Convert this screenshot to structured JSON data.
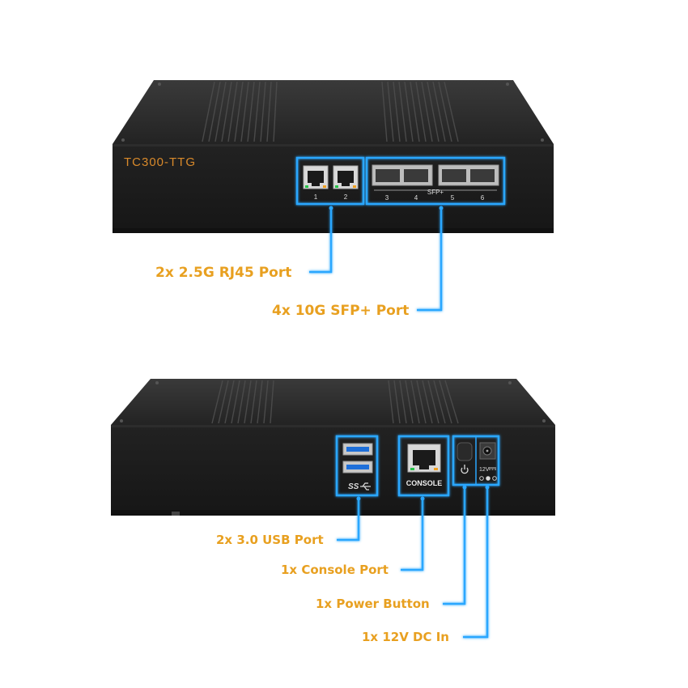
{
  "colors": {
    "label": "#e8a020",
    "highlight": "#2aa7ff",
    "chassis": "#1c1c1c",
    "brand": "#d98a2b"
  },
  "front": {
    "model": "TC300-TTG",
    "rj45_numbers": [
      "1",
      "2"
    ],
    "sfp_numbers": [
      "3",
      "4",
      "5",
      "6"
    ],
    "sfp_group": "SFP+"
  },
  "rear": {
    "usb_logo": "SS",
    "console_label": "CONSOLE",
    "power_icon": "power-icon",
    "dc_label": "12V"
  },
  "callouts": {
    "rj45": "2x 2.5G RJ45 Port",
    "sfp": "4x 10G SFP+ Port",
    "usb": "2x 3.0 USB Port",
    "console": "1x Console Port",
    "power": "1x Power Button",
    "dc": "1x 12V DC In"
  }
}
